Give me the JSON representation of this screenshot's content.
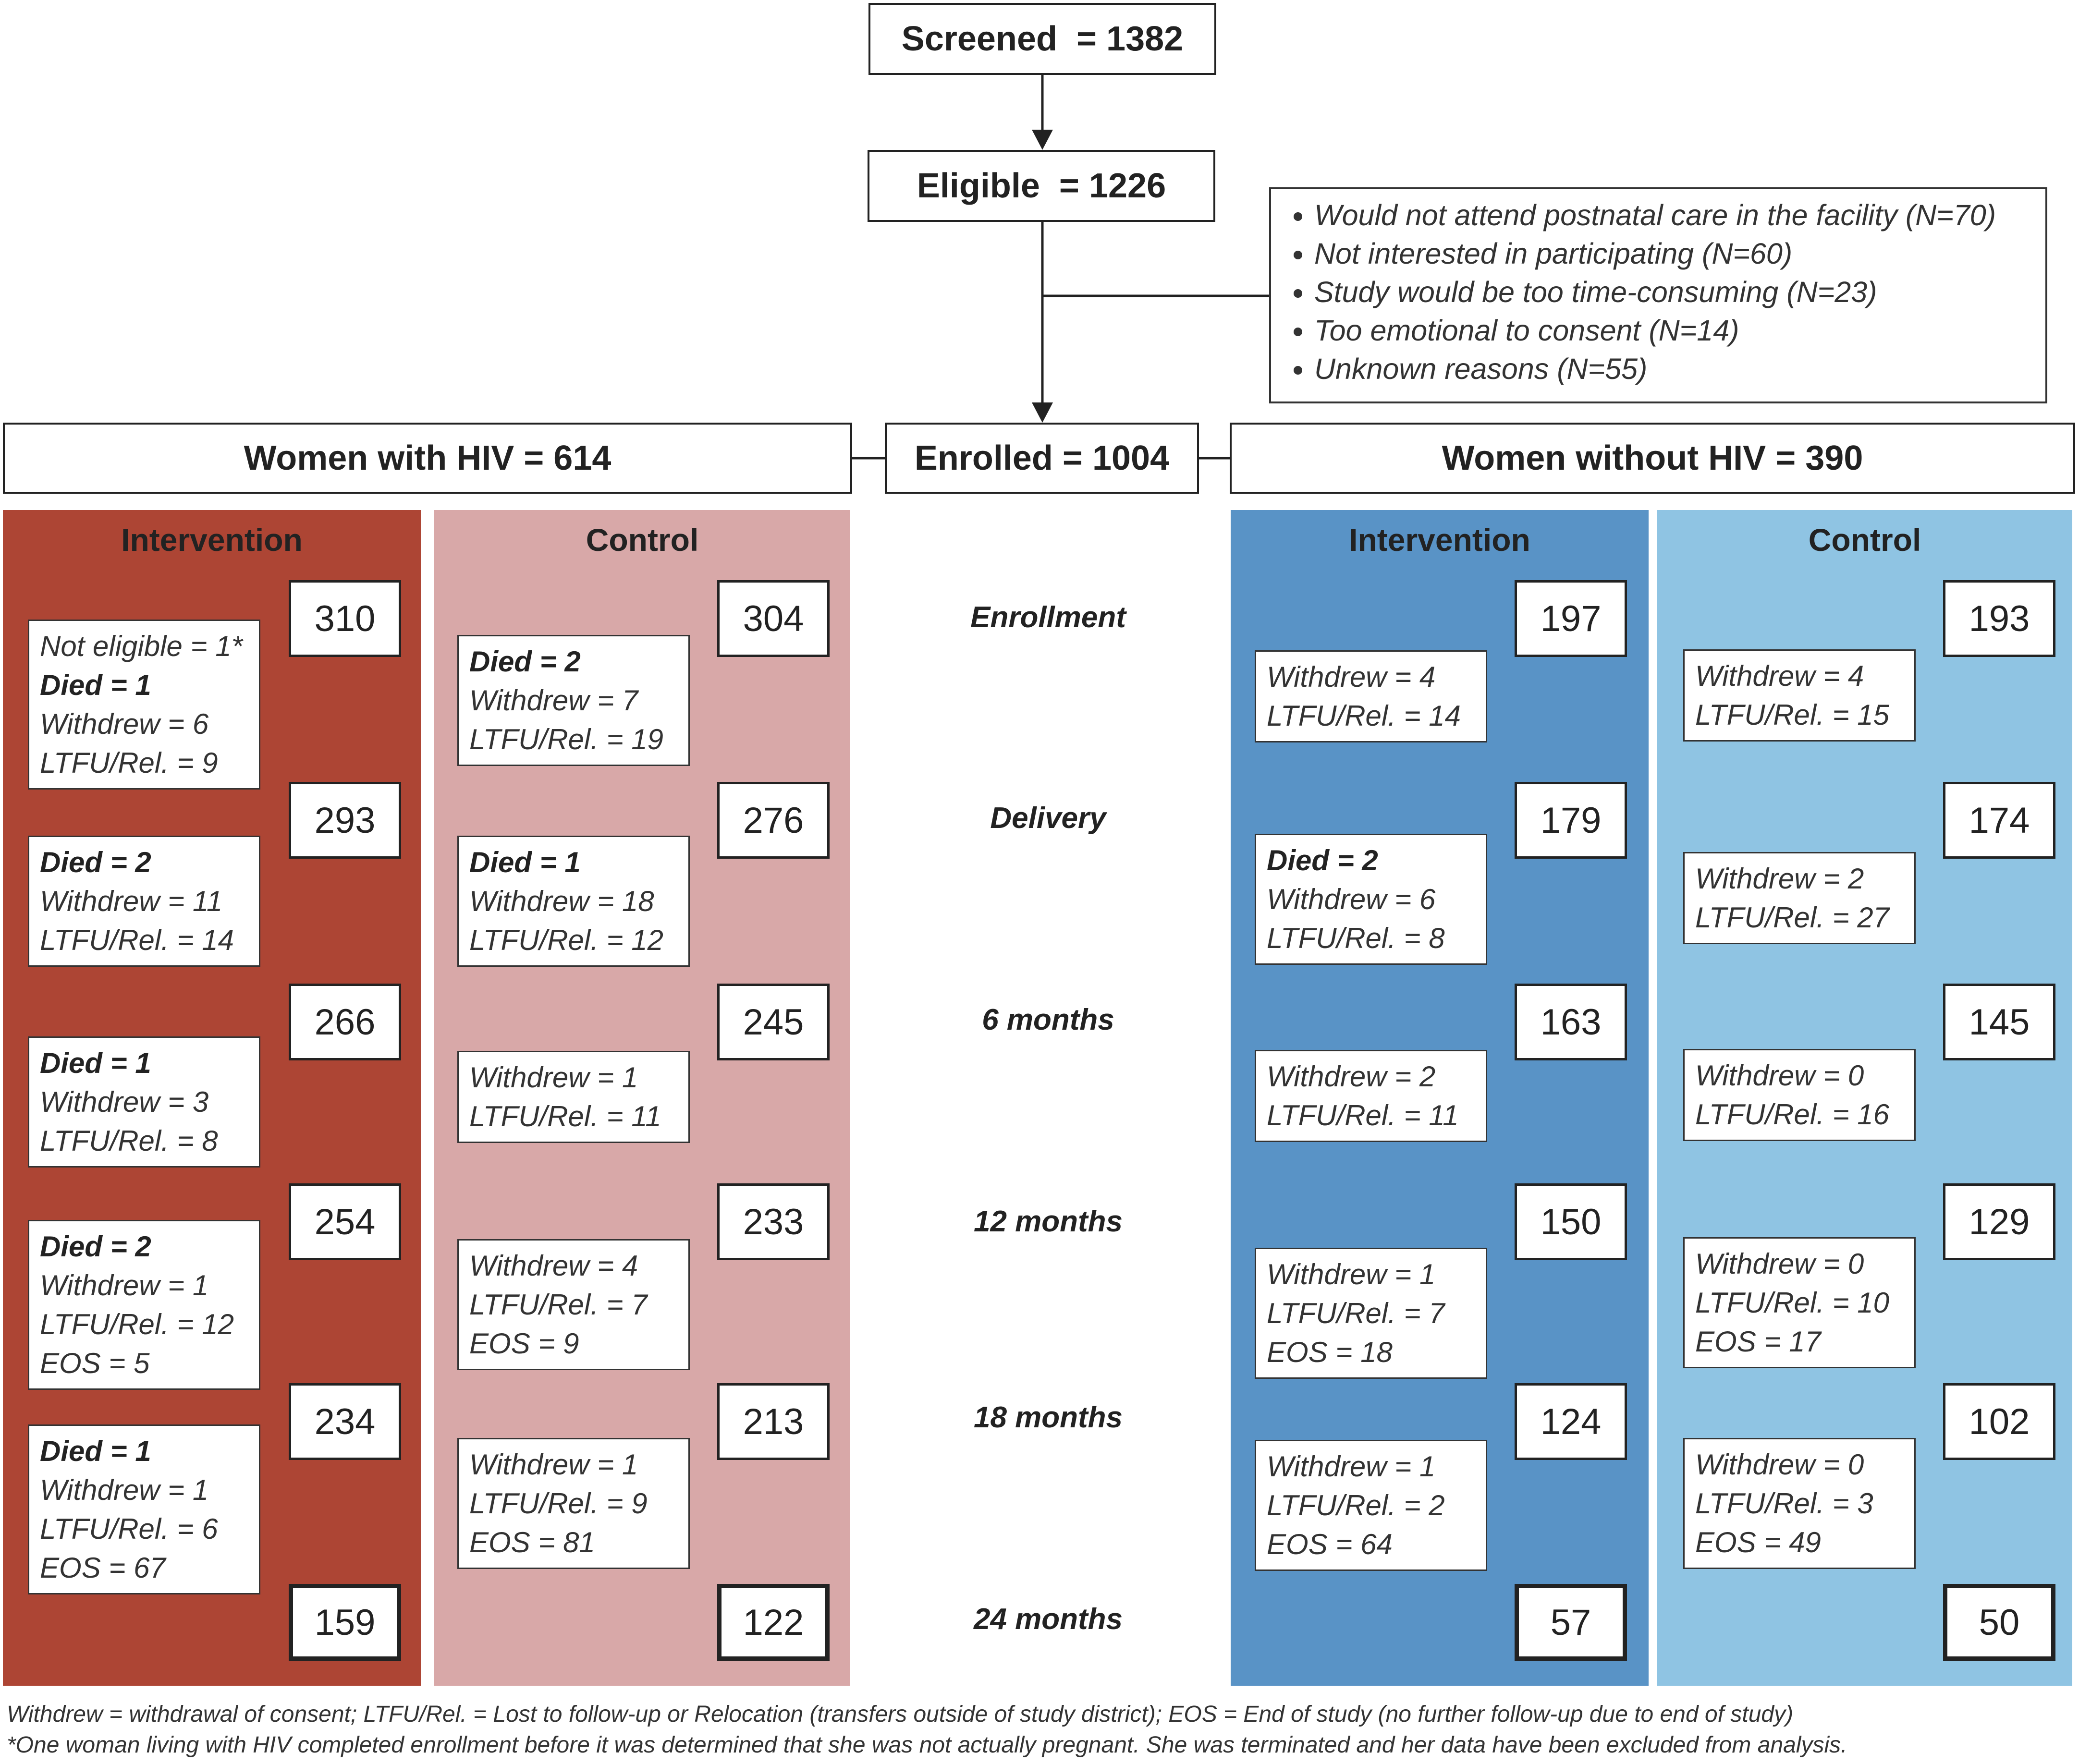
{
  "top": {
    "screened": "Screened  = 1382",
    "eligible": "Eligible  = 1226",
    "enrolled": "Enrolled = 1004",
    "hiv_pos": "Women with HIV = 614",
    "hiv_neg": "Women without HIV = 390"
  },
  "exclusion_reasons": [
    "Would not attend postnatal care in the facility (N=70)",
    "Not interested in participating (N=60)",
    "Study would be too time-consuming (N=23)",
    "Too emotional to consent (N=14)",
    "Unknown reasons (N=55)"
  ],
  "timepoints": [
    "Enrollment",
    "Delivery",
    "6 months",
    "12 months",
    "18 months",
    "24 months"
  ],
  "panels": [
    {
      "title": "Intervention",
      "color": "#ad4534",
      "counts": [
        "310",
        "293",
        "266",
        "254",
        "234",
        "159"
      ],
      "exclusions": [
        [
          {
            "t": "Not eligible = 1*",
            "b": false
          },
          {
            "t": "Died = 1",
            "b": true
          },
          {
            "t": "Withdrew = 6",
            "b": false
          },
          {
            "t": "LTFU/Rel. = 9",
            "b": false
          }
        ],
        [
          {
            "t": "Died = 2",
            "b": true
          },
          {
            "t": "Withdrew = 11",
            "b": false
          },
          {
            "t": "LTFU/Rel. = 14",
            "b": false
          }
        ],
        [
          {
            "t": "Died = 1",
            "b": true
          },
          {
            "t": "Withdrew = 3",
            "b": false
          },
          {
            "t": "LTFU/Rel. = 8",
            "b": false
          }
        ],
        [
          {
            "t": "Died = 2",
            "b": true
          },
          {
            "t": "Withdrew = 1",
            "b": false
          },
          {
            "t": "LTFU/Rel. = 12",
            "b": false
          },
          {
            "t": "EOS = 5",
            "b": false
          }
        ],
        [
          {
            "t": "Died = 1",
            "b": true
          },
          {
            "t": "Withdrew = 1",
            "b": false
          },
          {
            "t": "LTFU/Rel. = 6",
            "b": false
          },
          {
            "t": "EOS = 67",
            "b": false
          }
        ]
      ]
    },
    {
      "title": "Control",
      "color": "#d8a8a8",
      "counts": [
        "304",
        "276",
        "245",
        "233",
        "213",
        "122"
      ],
      "exclusions": [
        [
          {
            "t": "Died = 2",
            "b": true
          },
          {
            "t": "Withdrew = 7",
            "b": false
          },
          {
            "t": "LTFU/Rel. = 19",
            "b": false
          }
        ],
        [
          {
            "t": "Died = 1",
            "b": true
          },
          {
            "t": "Withdrew = 18",
            "b": false
          },
          {
            "t": "LTFU/Rel. = 12",
            "b": false
          }
        ],
        [
          {
            "t": "Withdrew = 1",
            "b": false
          },
          {
            "t": "LTFU/Rel. = 11",
            "b": false
          }
        ],
        [
          {
            "t": "Withdrew = 4",
            "b": false
          },
          {
            "t": "LTFU/Rel. = 7",
            "b": false
          },
          {
            "t": "EOS = 9",
            "b": false
          }
        ],
        [
          {
            "t": "Withdrew = 1",
            "b": false
          },
          {
            "t": "LTFU/Rel. = 9",
            "b": false
          },
          {
            "t": "EOS = 81",
            "b": false
          }
        ]
      ]
    },
    {
      "title": "Intervention",
      "color": "#5993c6",
      "counts": [
        "197",
        "179",
        "163",
        "150",
        "124",
        "57"
      ],
      "exclusions": [
        [
          {
            "t": "Withdrew = 4",
            "b": false
          },
          {
            "t": "LTFU/Rel. = 14",
            "b": false
          }
        ],
        [
          {
            "t": "Died = 2",
            "b": true
          },
          {
            "t": "Withdrew = 6",
            "b": false
          },
          {
            "t": "LTFU/Rel. = 8",
            "b": false
          }
        ],
        [
          {
            "t": "Withdrew = 2",
            "b": false
          },
          {
            "t": "LTFU/Rel. = 11",
            "b": false
          }
        ],
        [
          {
            "t": "Withdrew = 1",
            "b": false
          },
          {
            "t": "LTFU/Rel. = 7",
            "b": false
          },
          {
            "t": "EOS = 18",
            "b": false
          }
        ],
        [
          {
            "t": "Withdrew = 1",
            "b": false
          },
          {
            "t": "LTFU/Rel. = 2",
            "b": false
          },
          {
            "t": "EOS = 64",
            "b": false
          }
        ]
      ]
    },
    {
      "title": "Control",
      "color": "#8fc4e3",
      "counts": [
        "193",
        "174",
        "145",
        "129",
        "102",
        "50"
      ],
      "exclusions": [
        [
          {
            "t": "Withdrew = 4",
            "b": false
          },
          {
            "t": "LTFU/Rel. = 15",
            "b": false
          }
        ],
        [
          {
            "t": "Withdrew = 2",
            "b": false
          },
          {
            "t": "LTFU/Rel. = 27",
            "b": false
          }
        ],
        [
          {
            "t": "Withdrew = 0",
            "b": false
          },
          {
            "t": "LTFU/Rel. = 16",
            "b": false
          }
        ],
        [
          {
            "t": "Withdrew = 0",
            "b": false
          },
          {
            "t": "LTFU/Rel. = 10",
            "b": false
          },
          {
            "t": "EOS = 17",
            "b": false
          }
        ],
        [
          {
            "t": "Withdrew = 0",
            "b": false
          },
          {
            "t": "LTFU/Rel. = 3",
            "b": false
          },
          {
            "t": "EOS = 49",
            "b": false
          }
        ]
      ]
    }
  ],
  "footnotes": [
    "Withdrew = withdrawal of consent; LTFU/Rel. = Lost to follow-up or Relocation (transfers outside of study district); EOS = End of study (no further follow-up due to end of study)",
    "*One woman living with HIV completed enrollment before it was determined that she was not actually pregnant. She was terminated and her data have been excluded from analysis."
  ]
}
